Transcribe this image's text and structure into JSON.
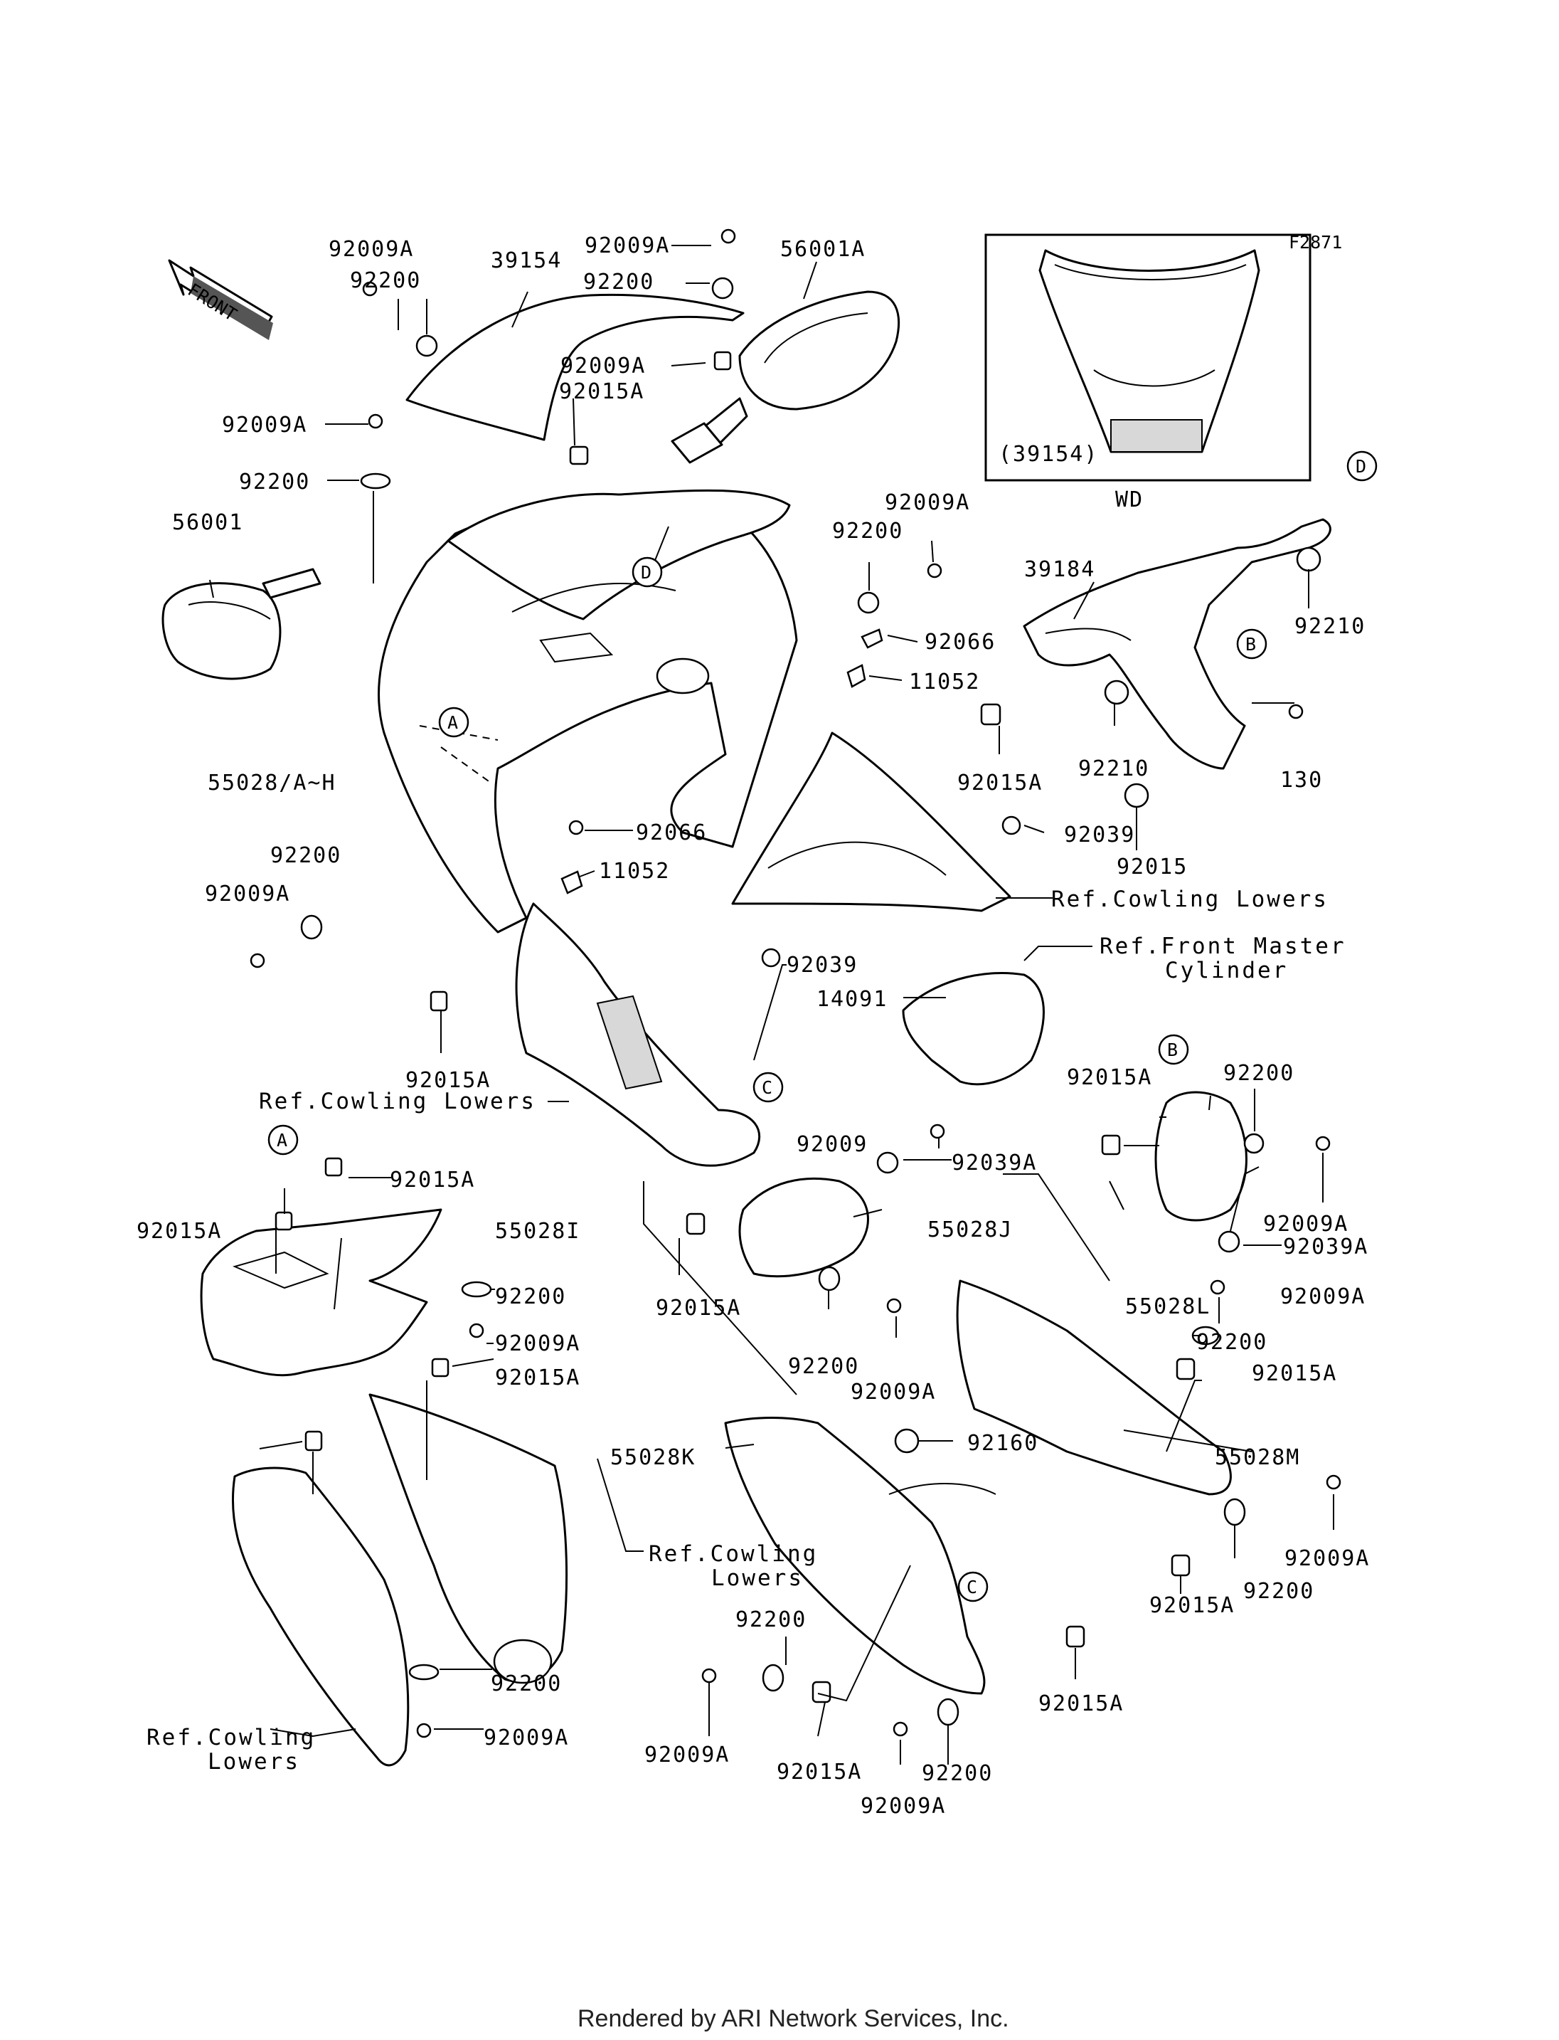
{
  "figure_code": "F2871",
  "front_badge": "FRONT",
  "inset": {
    "part": "(39154)",
    "variant": "WD"
  },
  "labels": {
    "l01": "92009A",
    "l02": "39154",
    "l03": "92009A",
    "l04": "56001A",
    "l05": "92200",
    "l06": "92200",
    "l07": "92009A",
    "l08": "92015A",
    "l09": "92009A",
    "l10": "92200",
    "l11": "56001",
    "l12": "92009A",
    "l13": "92200",
    "l14": "39184",
    "l15": "92066",
    "l16": "92210",
    "l17": "11052",
    "l18": "55028/A~H",
    "l19": "92015A",
    "l20": "92210",
    "l21": "130",
    "l22": "92039",
    "l23": "92015",
    "l24": "92066",
    "l25": "92200",
    "l26": "11052",
    "l27": "92009A",
    "l28": "92039",
    "l29": "14091",
    "l30": "92015A",
    "l31": "92015A",
    "l32": "92200",
    "l33": "92009",
    "l34": "92039A",
    "l35": "92015A",
    "l36": "55028I",
    "l37": "92015A",
    "l38": "55028J",
    "l39": "92009A",
    "l40": "92039A",
    "l41": "92200",
    "l42": "92015A",
    "l43": "55028L",
    "l44": "92009A",
    "l45": "92009A",
    "l46": "92015A",
    "l47": "92200",
    "l48": "92200",
    "l49": "92009A",
    "l50": "92015A",
    "l51": "92160",
    "l52": "55028K",
    "l53": "55028M",
    "l54": "92009A",
    "l55": "92200",
    "l56": "92015A",
    "l57": "92200",
    "l58": "92200",
    "l59": "92009A",
    "l60": "92015A",
    "l61": "92200",
    "l62": "92015A",
    "l63": "92009A",
    "l64": "92009A"
  },
  "refs": {
    "cowling_lowers": "Ref.Cowling Lowers",
    "front_master_1": "Ref.Front Master",
    "front_master_2": "Cylinder",
    "cowling_split_1": "Ref.Cowling",
    "cowling_split_2": "Lowers"
  },
  "callouts": {
    "a": "A",
    "b": "B",
    "c": "C",
    "d": "D"
  },
  "footer": "Rendered by ARI Network Services, Inc."
}
